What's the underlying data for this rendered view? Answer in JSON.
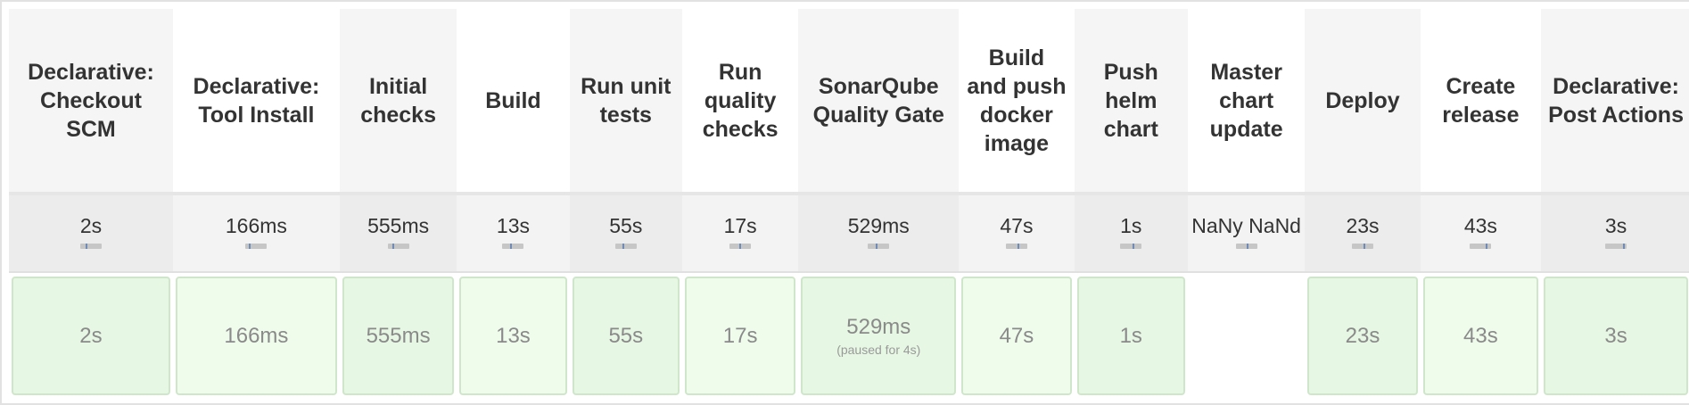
{
  "stages": [
    {
      "name": "Declarative: Checkout SCM",
      "avg": "2s",
      "run": "2s",
      "note": ""
    },
    {
      "name": "Declarative: Tool Install",
      "avg": "166ms",
      "run": "166ms",
      "note": ""
    },
    {
      "name": "Initial checks",
      "avg": "555ms",
      "run": "555ms",
      "note": ""
    },
    {
      "name": "Build",
      "avg": "13s",
      "run": "13s",
      "note": ""
    },
    {
      "name": "Run unit tests",
      "avg": "55s",
      "run": "55s",
      "note": ""
    },
    {
      "name": "Run quality checks",
      "avg": "17s",
      "run": "17s",
      "note": ""
    },
    {
      "name": "SonarQube Quality Gate",
      "avg": "529ms",
      "run": "529ms",
      "note": "(paused for 4s)"
    },
    {
      "name": "Build and push docker image",
      "avg": "47s",
      "run": "47s",
      "note": ""
    },
    {
      "name": "Push helm chart",
      "avg": "1s",
      "run": "1s",
      "note": ""
    },
    {
      "name": "Master chart update",
      "avg": "NaNy NaNd",
      "run": "",
      "note": ""
    },
    {
      "name": "Deploy",
      "avg": "23s",
      "run": "23s",
      "note": ""
    },
    {
      "name": "Create release",
      "avg": "43s",
      "run": "43s",
      "note": ""
    },
    {
      "name": "Declarative: Post Actions",
      "avg": "3s",
      "run": "3s",
      "note": ""
    }
  ],
  "colors": {
    "success_fill": "#e6f7e3",
    "success_border": "#cfe6cb",
    "header_text": "#333333"
  }
}
